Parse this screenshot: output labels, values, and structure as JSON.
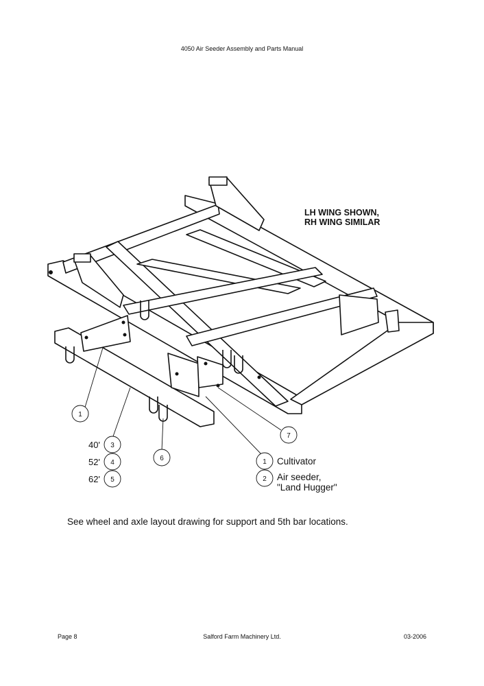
{
  "header": {
    "title": "4050 Air Seeder Assembly and Parts Manual"
  },
  "diagram": {
    "wing_note": [
      "LH WING SHOWN,",
      "RH WING SIMILAR"
    ],
    "callouts": {
      "c1a": "1",
      "c7": "7",
      "c3": "3",
      "c4": "4",
      "c5": "5",
      "c6": "6",
      "c1b": "1",
      "c2": "2"
    },
    "sizes": {
      "s3": "40'",
      "s4": "52'",
      "s5": "62'"
    },
    "legend": {
      "cultivator": "Cultivator",
      "air_seeder_1": "Air seeder,",
      "air_seeder_2": "\"Land Hugger\""
    }
  },
  "note": "See wheel and axle layout drawing for support and 5th bar locations.",
  "footer": {
    "page": "Page 8",
    "company": "Salford Farm Machinery Ltd.",
    "date": "03-2006"
  }
}
